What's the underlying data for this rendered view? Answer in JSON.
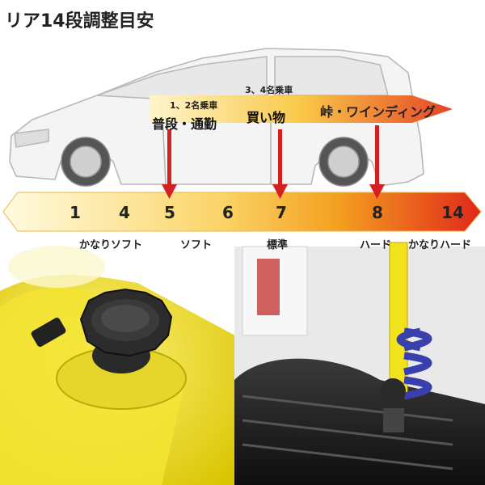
{
  "title": "リア14段調整目安",
  "callouts": [
    {
      "caption": "1、2名乗車",
      "label": "普段・通勤"
    },
    {
      "caption": "3、4名乗車",
      "label": "買い物"
    },
    {
      "caption": "",
      "label": "峠・ワインディング"
    }
  ],
  "scale": {
    "numbers": [
      "1",
      "4",
      "5",
      "6",
      "7",
      "8",
      "14"
    ],
    "labels": [
      "かなりソフト",
      "ソフト",
      "標準",
      "ハード",
      "かなりハード"
    ]
  },
  "colors": {
    "scale_start": "#fff8d0",
    "scale_end": "#e0281a",
    "arrow": "#d42020",
    "shock_yellow": "#f2e21c",
    "spring_blue": "#3a3fae",
    "knob": "#2a2a2a"
  },
  "icons": [
    "car-illustration",
    "adjuster-knob-photo",
    "suspension-photo"
  ]
}
